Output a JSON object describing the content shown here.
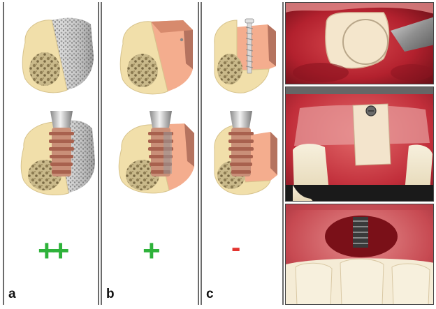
{
  "panels": [
    {
      "label": "a",
      "rating": "++"
    },
    {
      "label": "b",
      "rating": "+"
    },
    {
      "label": "c",
      "rating": "-"
    }
  ],
  "colors": {
    "positive": "#2eb23a",
    "negative": "#e3342f",
    "bone": "#f1dfaa",
    "graft": "#f4ad8e",
    "implant": "#c7c7c7",
    "tissue": "#b81e2c"
  },
  "icons": {
    "panel_a_top": "bone-cross-section-particulate-graft",
    "panel_a_bottom": "implant-in-particulate-graft",
    "panel_b_top": "bone-cross-section-block-graft",
    "panel_b_bottom": "implant-with-block-graft",
    "panel_c_top": "bone-block-graft-with-screw",
    "panel_c_bottom": "implant-adjacent-block-graft",
    "photo_1": "clinical-photo-bone-block-harvest",
    "photo_2": "clinical-photo-block-fixed-with-screw",
    "photo_3": "clinical-photo-implant-placed"
  }
}
